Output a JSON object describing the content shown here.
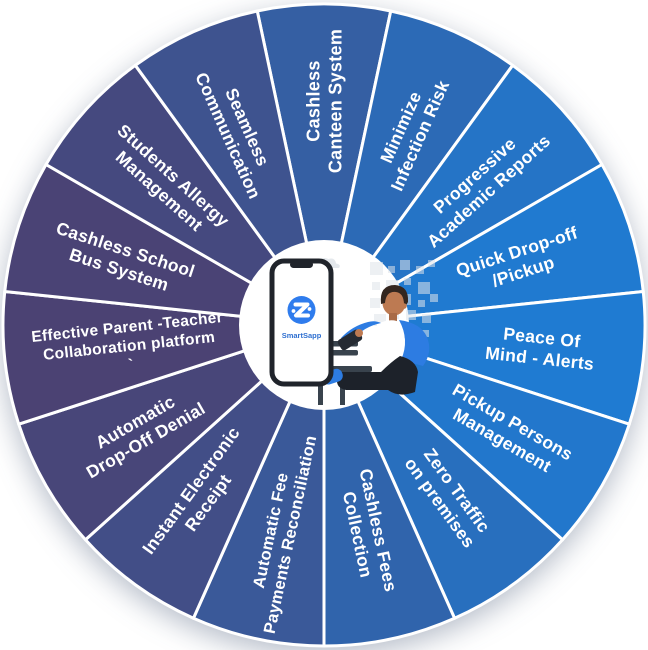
{
  "title": "SmartSapp benefits wheel",
  "center": {
    "app_name": "SmartSapp",
    "logo_color": "#2f7ced",
    "brand_text_color": "#2e6fd0"
  },
  "wheel": {
    "divider_color": "#ffffff",
    "label_color": "#ffffff",
    "gradient_left": "#4b4273",
    "gradient_right": "#1f7bd2",
    "segments": [
      {
        "label": "Cashless Canteen System",
        "lines": [
          "Cashless",
          "Canteen System"
        ]
      },
      {
        "label": "Minimize Infection Risk",
        "lines": [
          "Minimize",
          "Infection Risk"
        ]
      },
      {
        "label": "Progressive Academic Reports",
        "lines": [
          "Progressive",
          "Academic Reports"
        ]
      },
      {
        "label": "Quick Drop-off /Pickup",
        "lines": [
          "Quick Drop-off",
          "/Pickup"
        ]
      },
      {
        "label": "Peace Of Mind - Alerts",
        "lines": [
          "Peace Of",
          "Mind - Alerts"
        ]
      },
      {
        "label": "Pickup Persons Management",
        "lines": [
          "Pickup Persons",
          "Management"
        ]
      },
      {
        "label": "Zero Traffic on premises",
        "lines": [
          "Zero Traffic",
          "on premises"
        ]
      },
      {
        "label": "Cashless Fees Collection",
        "lines": [
          "Cashless Fees",
          "Collection"
        ]
      },
      {
        "label": "Automatic Fee Payments Reconciliation",
        "lines": [
          "Automatic Fee",
          "Payments Reconciliation"
        ]
      },
      {
        "label": "Instant Electronic Receipt",
        "lines": [
          "Instant Electronic",
          "Receipt"
        ]
      },
      {
        "label": "Automatic Drop-Off Denial",
        "lines": [
          "Automatic",
          "Drop-Off Denial"
        ]
      },
      {
        "label": "Effective Parent -Teacher Collaboration platform",
        "lines": [
          "Effective Parent -Teacher",
          "Collaboration platform",
          "`"
        ]
      },
      {
        "label": "Cashless School Bus System",
        "lines": [
          "Cashless School",
          "Bus System"
        ]
      },
      {
        "label": "Students Allergy Management",
        "lines": [
          "Students Allergy",
          "Management"
        ]
      },
      {
        "label": "Seamless Communication",
        "lines": [
          "Seamless",
          "Communication"
        ]
      }
    ]
  }
}
